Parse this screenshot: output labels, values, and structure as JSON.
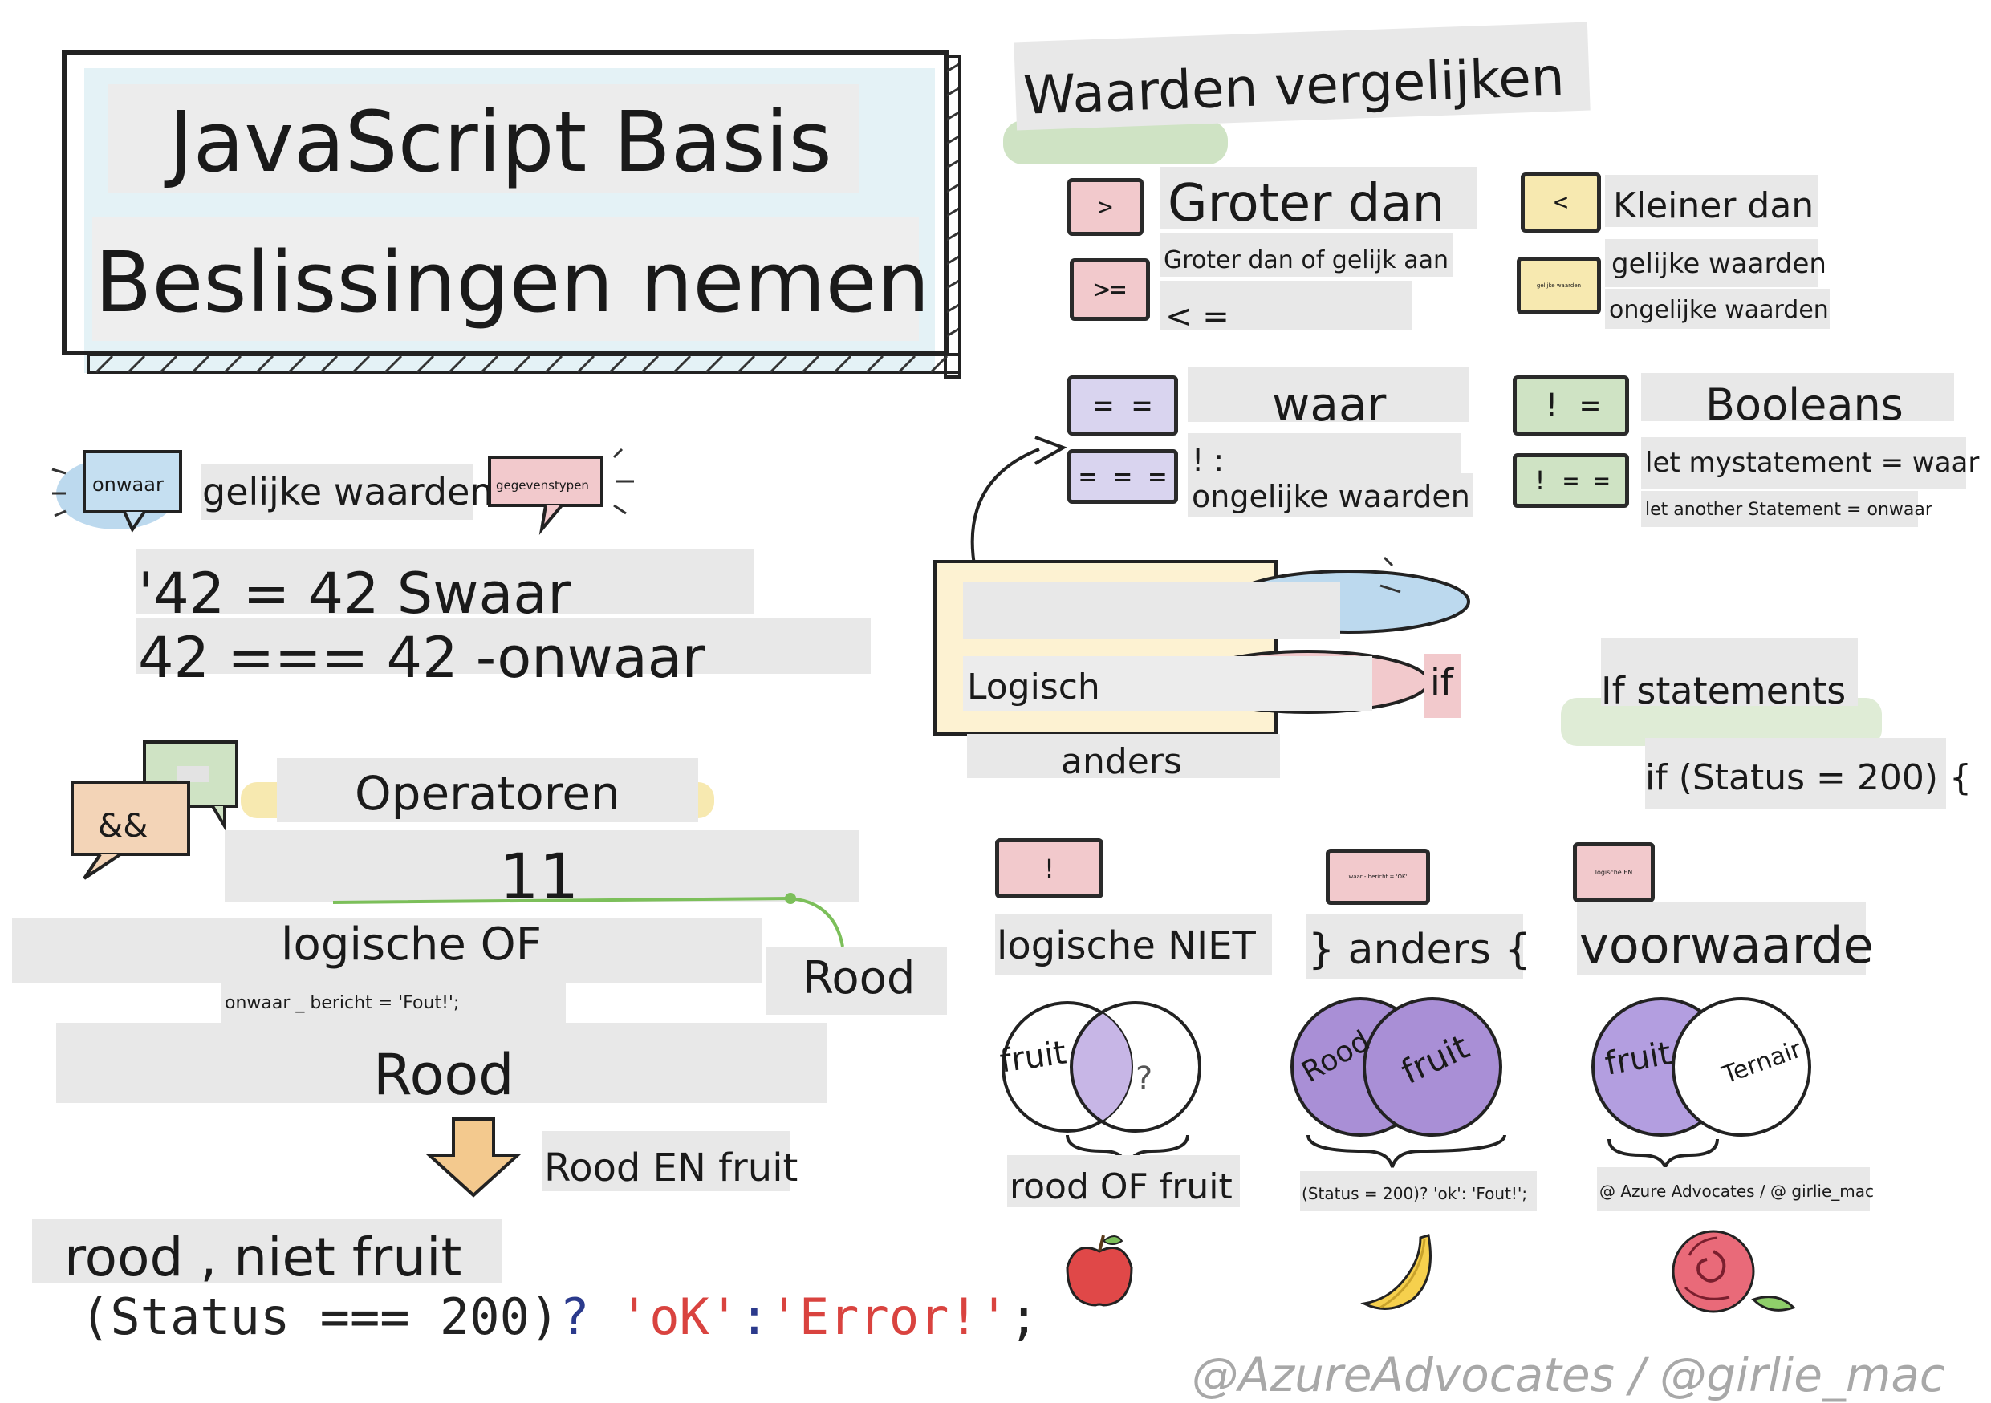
{
  "title": {
    "line1": "JavaScript Basis",
    "line2": "Beslissingen nemen"
  },
  "left": {
    "bubble_onwaar": "onwaar",
    "gelijke_waarden": "gelijke waarden",
    "bubble_gegevenstypen": "gegevenstypen",
    "line_42_a": "'42 = 42 Swaar",
    "line_42_b": "42 === 42 -onwaar",
    "bubble_and": "&&",
    "operatoren": "Operatoren",
    "or_symbol": "11",
    "logische_of": "logische OF",
    "onwaar_bericht": "onwaar _ bericht = 'Fout!';",
    "rood_right": "Rood",
    "rood_center": "Rood",
    "rood_en_fruit": "Rood EN fruit",
    "rood_niet_fruit": "rood , niet fruit",
    "ternary_code": {
      "part1": "(Status === 200)",
      "q": "?",
      "ok": "'oK'",
      "colon": ":",
      "error": "'Error!'",
      "semi": ";"
    }
  },
  "right": {
    "heading": "Waarden vergelijken",
    "gt_symbol": ">",
    "gt_label": "Groter dan",
    "lt_symbol": "<",
    "lt_label": "Kleiner dan",
    "gte_symbol": ">=",
    "gte_label": "Groter dan of gelijk aan",
    "lte_label": "< =",
    "eq_box_label": "gelijke waarden",
    "gelijke_waarden": "gelijke waarden",
    "ongelijke_waarden_top": "ongelijke waarden",
    "dbl_eq_symbol": "= =",
    "waar": "waar",
    "neq_symbol": "! =",
    "booleans": "Booleans",
    "triple_eq_symbol": "= = =",
    "not_colon": "! :",
    "ongelijke_waarden": "ongelijke waarden",
    "strict_neq_symbol": "! = =",
    "let_mystatement": "let mystatement = waar",
    "let_another": "let another Statement = onwaar",
    "logisch": "Logisch",
    "if": "if",
    "anders": "anders",
    "if_statements": "If statements",
    "if_status": "if (Status = 200) {",
    "not_symbol": "!",
    "ternary_box": "waar - bericht = 'OK'",
    "logical_and_box": "logische EN",
    "logische_niet": "logische NIET",
    "anders_block": "} anders {",
    "voorwaarde": "voorwaarde",
    "venn1_left": "fruit",
    "venn1_right": "?",
    "venn2_left": "Rood",
    "venn2_right": "fruit",
    "venn3_left": "fruit",
    "venn3_right": "Ternair",
    "rood_of_fruit": "rood OF fruit",
    "status_ternary": "(Status = 200)? 'ok': 'Fout!';",
    "credit_small": "@ Azure Advocates / @ girlie_mac",
    "credit_big": "@AzureAdvocates / @girlie_mac"
  },
  "icons": [
    "apple-icon",
    "banana-icon",
    "rose-icon",
    "arrow-down-icon",
    "curved-arrow-icon"
  ],
  "colors": {
    "pink": "#f2c9cc",
    "lavender": "#d9d4ef",
    "yellow": "#f7e9b0",
    "green": "#cfe3c4",
    "blue": "#bcd9ee",
    "purple": "#a98fd6",
    "red_text": "#d9433f",
    "navy": "#2b3a8c",
    "credit_gray": "#a8a8a8"
  }
}
